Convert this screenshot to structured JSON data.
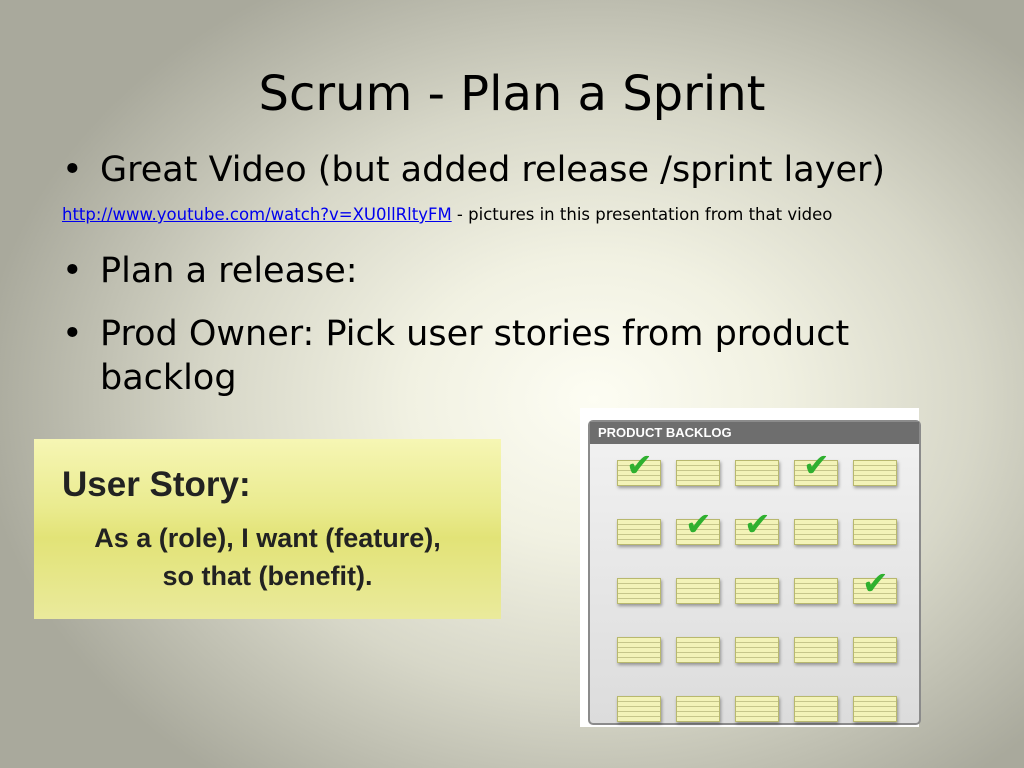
{
  "slide": {
    "title": "Scrum - Plan a Sprint",
    "bullets": [
      "Great Video (but added release /sprint layer)",
      "Plan a release:",
      "Prod Owner: Pick user stories from product backlog"
    ],
    "bullet_glyph": "•",
    "link": {
      "text": "http://www.youtube.com/watch?v=XU0llRltyFM",
      "suffix": " - pictures in this presentation from that video"
    }
  },
  "user_story_image": {
    "title": "User Story:",
    "line1": "As a (role), I want (feature),",
    "line2": "so that (benefit)."
  },
  "backlog_image": {
    "header": "PRODUCT BACKLOG",
    "check_glyph": "✔",
    "checked_cards": [
      [
        0,
        0
      ],
      [
        0,
        3
      ],
      [
        1,
        1
      ],
      [
        1,
        2
      ],
      [
        2,
        4
      ]
    ],
    "rows": 5,
    "cols": 5
  },
  "colors": {
    "link": "#0000ee",
    "check": "#2fb02f",
    "card": "#f3f3b8"
  }
}
